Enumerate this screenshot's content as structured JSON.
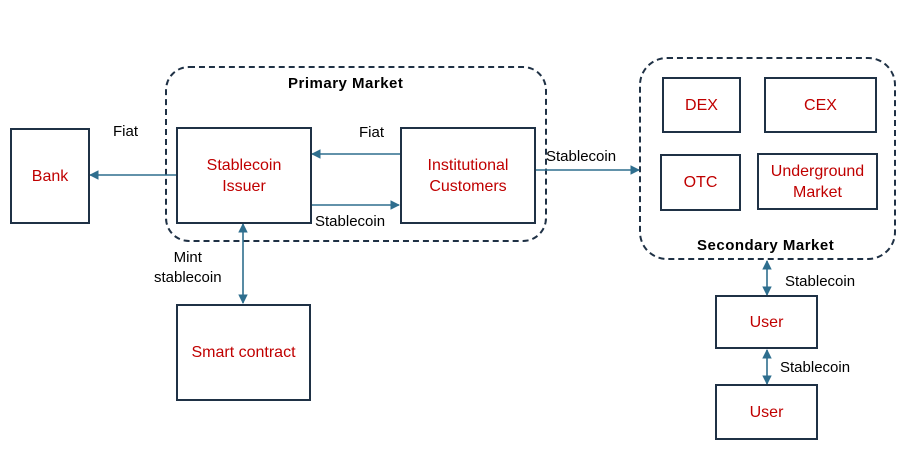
{
  "groups": {
    "primary": {
      "title": "Primary Market"
    },
    "secondary": {
      "title": "Secondary Market"
    }
  },
  "nodes": {
    "bank": "Bank",
    "issuer": "Stablecoin\nIssuer",
    "institutional": "Institutional\nCustomers",
    "smart_contract": "Smart contract",
    "dex": "DEX",
    "cex": "CEX",
    "otc": "OTC",
    "underground": "Underground\nMarket",
    "user1": "User",
    "user2": "User"
  },
  "edge_labels": {
    "issuer_to_bank": "Fiat",
    "inst_to_issuer": "Fiat",
    "issuer_to_inst": "Stablecoin",
    "inst_to_secondary": "Stablecoin",
    "mint": "Mint\nstablecoin",
    "secondary_user": "Stablecoin",
    "user_user": "Stablecoin"
  },
  "colors": {
    "node_text": "#c00000",
    "border": "#1f3145",
    "arrow": "#2e6e8e"
  }
}
